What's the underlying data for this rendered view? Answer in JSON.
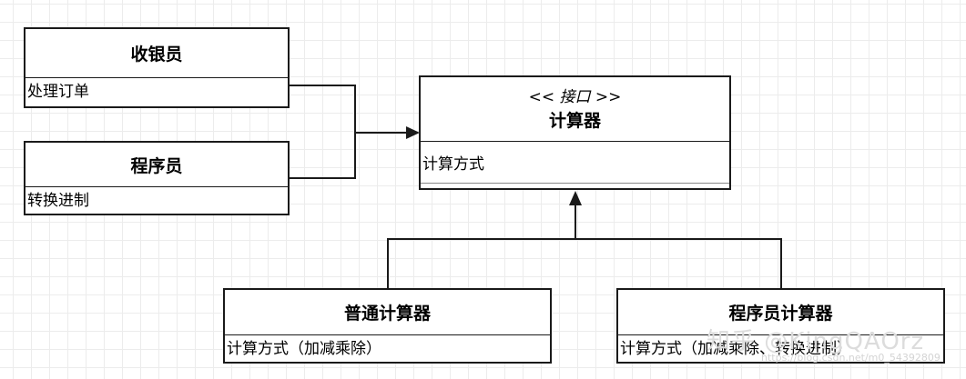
{
  "diagram": {
    "classes": {
      "cashier": {
        "name": "收银员",
        "method": "处理订单"
      },
      "programmer": {
        "name": "程序员",
        "method": "转换进制"
      },
      "calculator": {
        "stereotype_open": "<<",
        "stereotype_label": "接口",
        "stereotype_close": ">>",
        "name": "计算器",
        "method": "计算方式"
      },
      "basic_calculator": {
        "name": "普通计算器",
        "method": "计算方式（加减乘除）"
      },
      "programmer_calculator": {
        "name": "程序员计算器",
        "method": "计算方式（加减乘除、转换进制）"
      }
    },
    "relations": [
      {
        "from": "cashier",
        "to": "calculator",
        "kind": "dependency"
      },
      {
        "from": "programmer",
        "to": "calculator",
        "kind": "dependency"
      },
      {
        "from": "basic_calculator",
        "to": "calculator",
        "kind": "realization"
      },
      {
        "from": "programmer_calculator",
        "to": "calculator",
        "kind": "realization"
      }
    ],
    "colors": {
      "line": "#1a1a1a",
      "grid": "#ececec",
      "watermark": "#dcdcdc"
    }
  },
  "watermark": {
    "text": "知乎 @KingQAOrz",
    "url": "https://blog.csdn.net/m0_54392809"
  }
}
